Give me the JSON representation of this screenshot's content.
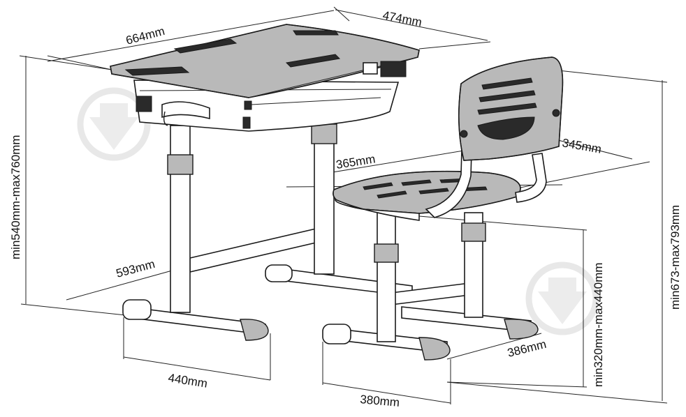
{
  "dimensions": {
    "desk_depth": "664mm",
    "desk_width": "474mm",
    "desk_height": "min540mm-max760mm",
    "desk_leg_span": "593mm",
    "desk_base_width": "440mm",
    "chair_seat_width": "365mm",
    "chair_back_width": "345mm",
    "chair_seat_height": "min320mm-max440mm",
    "chair_total_height": "min673-max793mm",
    "chair_base_depth": "386mm",
    "chair_base_width": "380mm"
  },
  "colors": {
    "line": "#1a1a1a",
    "fill_grey": "#b9b9b9",
    "watermark": "#e8e8e8"
  }
}
